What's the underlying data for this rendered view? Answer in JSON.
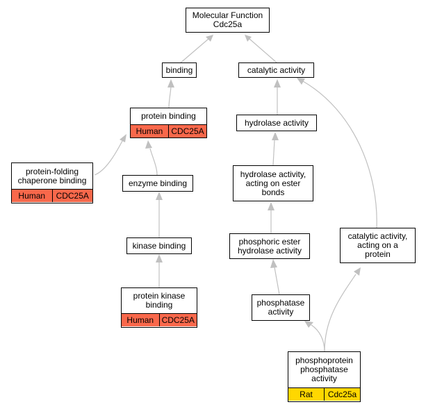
{
  "colors": {
    "human_annotation": "#F9684B",
    "rat_annotation": "#FFD700",
    "edge": "#C0C0C0"
  },
  "nodes": {
    "root": {
      "label": "Molecular Function\nCdc25a"
    },
    "binding": {
      "label": "binding"
    },
    "catalytic_activity": {
      "label": "catalytic activity"
    },
    "protein_binding": {
      "label": "protein binding",
      "species": "Human",
      "gene": "CDC25A"
    },
    "hydrolase_activity": {
      "label": "hydrolase activity"
    },
    "protein_folding_chaperone_binding": {
      "label": "protein-folding\nchaperone binding",
      "species": "Human",
      "gene": "CDC25A"
    },
    "enzyme_binding": {
      "label": "enzyme binding"
    },
    "hydrolase_ester": {
      "label": "hydrolase activity,\nacting on ester\nbonds"
    },
    "phosphoric_ester": {
      "label": "phosphoric ester\nhydrolase activity"
    },
    "catalytic_on_protein": {
      "label": "catalytic activity,\nacting on a\nprotein"
    },
    "kinase_binding": {
      "label": "kinase binding"
    },
    "protein_kinase_binding": {
      "label": "protein kinase\nbinding",
      "species": "Human",
      "gene": "CDC25A"
    },
    "phosphatase_activity": {
      "label": "phosphatase\nactivity"
    },
    "phosphoprotein_phosphatase": {
      "label": "phosphoprotein\nphosphatase\nactivity",
      "species": "Rat",
      "gene": "Cdc25a"
    }
  }
}
